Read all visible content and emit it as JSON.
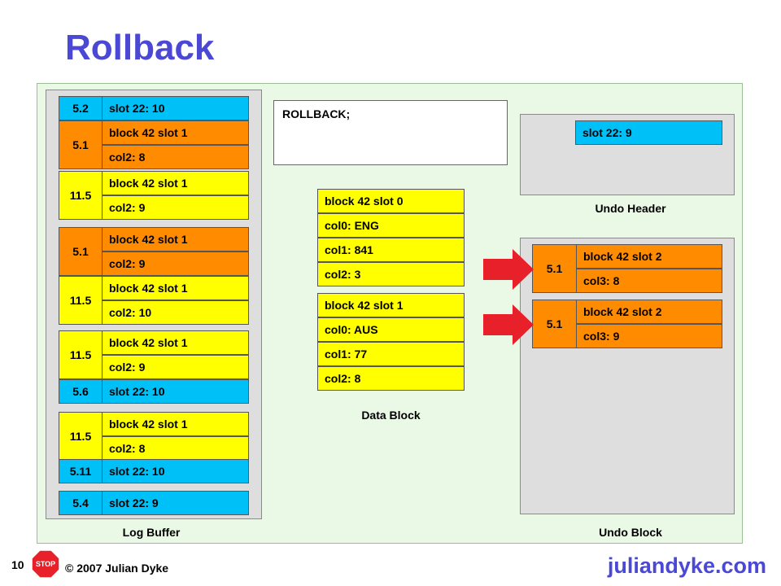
{
  "title": "Rollback",
  "statement": "ROLLBACK;",
  "log_buffer": {
    "caption": "Log Buffer",
    "records": [
      {
        "op": "5.2",
        "lines": [
          "slot 22: 10"
        ],
        "colors": [
          "cyan"
        ]
      },
      {
        "op": "5.1",
        "lines": [
          "block 42 slot 1",
          "col2: 8"
        ],
        "colors": [
          "orange",
          "orange"
        ]
      },
      {
        "op": "11.5",
        "lines": [
          "block 42 slot 1",
          "col2: 9"
        ],
        "colors": [
          "yellow",
          "yellow"
        ]
      },
      {
        "op": "5.1",
        "lines": [
          "block 42 slot 1",
          "col2: 9"
        ],
        "colors": [
          "orange",
          "orange"
        ]
      },
      {
        "op": "11.5",
        "lines": [
          "block 42 slot 1",
          "col2: 10"
        ],
        "colors": [
          "yellow",
          "yellow"
        ]
      },
      {
        "op": "11.5",
        "lines": [
          "block 42 slot 1",
          "col2: 9"
        ],
        "colors": [
          "yellow",
          "yellow"
        ]
      },
      {
        "op": "5.6",
        "lines": [
          "slot 22: 10"
        ],
        "colors": [
          "cyan"
        ]
      },
      {
        "op": "11.5",
        "lines": [
          "block 42 slot 1",
          "col2: 8"
        ],
        "colors": [
          "yellow",
          "yellow"
        ]
      },
      {
        "op": "5.11",
        "lines": [
          "slot 22: 10"
        ],
        "colors": [
          "cyan"
        ]
      },
      {
        "op": "5.4",
        "lines": [
          "slot 22: 9"
        ],
        "colors": [
          "cyan"
        ]
      }
    ]
  },
  "data_block": {
    "caption": "Data Block",
    "rows_a": [
      "block 42 slot 0",
      "col0: ENG",
      "col1: 841",
      "col2: 3"
    ],
    "rows_b": [
      "block 42 slot 1",
      "col0: AUS",
      "col1: 77",
      "col2: 8"
    ]
  },
  "undo_header": {
    "caption": "Undo Header",
    "slot": "slot 22: 9"
  },
  "undo_block": {
    "caption": "Undo Block",
    "records": [
      {
        "op": "5.1",
        "lines": [
          "block 42 slot 2",
          "col3: 8"
        ]
      },
      {
        "op": "5.1",
        "lines": [
          "block 42 slot 2",
          "col3: 9"
        ]
      }
    ]
  },
  "footer": {
    "page_number": "10",
    "stop_label": "STOP",
    "copyright": "© 2007 Julian Dyke",
    "brand": "juliandyke.com"
  },
  "colors": {
    "yellow": "#ffff00",
    "orange": "#ff8c00",
    "cyan": "#00c0f8",
    "title": "#4a48d4",
    "arrow": "#e8202a"
  }
}
